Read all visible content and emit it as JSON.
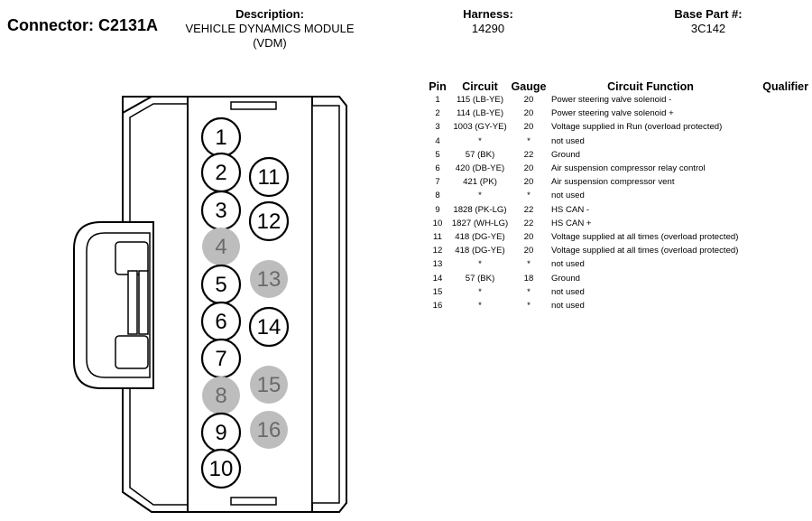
{
  "header": {
    "connector_label": "Connector:",
    "connector_id": "C2131A",
    "description_label": "Description:",
    "description_value": "VEHICLE DYNAMICS MODULE",
    "description_value_2": "(VDM)",
    "harness_label": "Harness:",
    "harness_value": "14290",
    "basepart_label": "Base Part #:",
    "basepart_value": "3C142"
  },
  "table": {
    "headers": {
      "pin": "Pin",
      "circuit": "Circuit",
      "gauge": "Gauge",
      "function": "Circuit Function",
      "qualifier": "Qualifier"
    },
    "rows": [
      {
        "pin": "1",
        "circuit": "115 (LB-YE)",
        "gauge": "20",
        "function": "Power steering valve solenoid -"
      },
      {
        "pin": "2",
        "circuit": "114 (LB-YE)",
        "gauge": "20",
        "function": "Power steering valve solenoid +"
      },
      {
        "pin": "3",
        "circuit": "1003 (GY-YE)",
        "gauge": "20",
        "function": "Voltage supplied in Run (overload protected)"
      },
      {
        "pin": "4",
        "circuit": "*",
        "gauge": "*",
        "function": "not used"
      },
      {
        "pin": "5",
        "circuit": "57 (BK)",
        "gauge": "22",
        "function": "Ground"
      },
      {
        "pin": "6",
        "circuit": "420 (DB-YE)",
        "gauge": "20",
        "function": "Air suspension compressor relay control"
      },
      {
        "pin": "7",
        "circuit": "421 (PK)",
        "gauge": "20",
        "function": "Air suspension compressor vent"
      },
      {
        "pin": "8",
        "circuit": "*",
        "gauge": "*",
        "function": "not used"
      },
      {
        "pin": "9",
        "circuit": "1828 (PK-LG)",
        "gauge": "22",
        "function": "HS CAN -"
      },
      {
        "pin": "10",
        "circuit": "1827 (WH-LG)",
        "gauge": "22",
        "function": "HS CAN +"
      },
      {
        "pin": "11",
        "circuit": "418 (DG-YE)",
        "gauge": "20",
        "function": "Voltage supplied at all times (overload protected)"
      },
      {
        "pin": "12",
        "circuit": "418 (DG-YE)",
        "gauge": "20",
        "function": "Voltage supplied at all times (overload protected)"
      },
      {
        "pin": "13",
        "circuit": "*",
        "gauge": "*",
        "function": "not used"
      },
      {
        "pin": "14",
        "circuit": "57 (BK)",
        "gauge": "18",
        "function": "Ground"
      },
      {
        "pin": "15",
        "circuit": "*",
        "gauge": "*",
        "function": "not used"
      },
      {
        "pin": "16",
        "circuit": "*",
        "gauge": "*",
        "function": "not used"
      }
    ]
  },
  "diagram": {
    "pins": [
      {
        "label": "1",
        "used": true
      },
      {
        "label": "2",
        "used": true
      },
      {
        "label": "3",
        "used": true
      },
      {
        "label": "4",
        "used": false
      },
      {
        "label": "5",
        "used": true
      },
      {
        "label": "6",
        "used": true
      },
      {
        "label": "7",
        "used": true
      },
      {
        "label": "8",
        "used": false
      },
      {
        "label": "9",
        "used": true
      },
      {
        "label": "10",
        "used": true
      },
      {
        "label": "11",
        "used": true
      },
      {
        "label": "12",
        "used": true
      },
      {
        "label": "13",
        "used": false
      },
      {
        "label": "14",
        "used": true
      },
      {
        "label": "15",
        "used": false
      },
      {
        "label": "16",
        "used": false
      }
    ],
    "colors": {
      "used_fill": "#ffffff",
      "unused_fill": "#bdbdbd",
      "unused_text": "#6a6a6a",
      "line": "#000000"
    }
  }
}
